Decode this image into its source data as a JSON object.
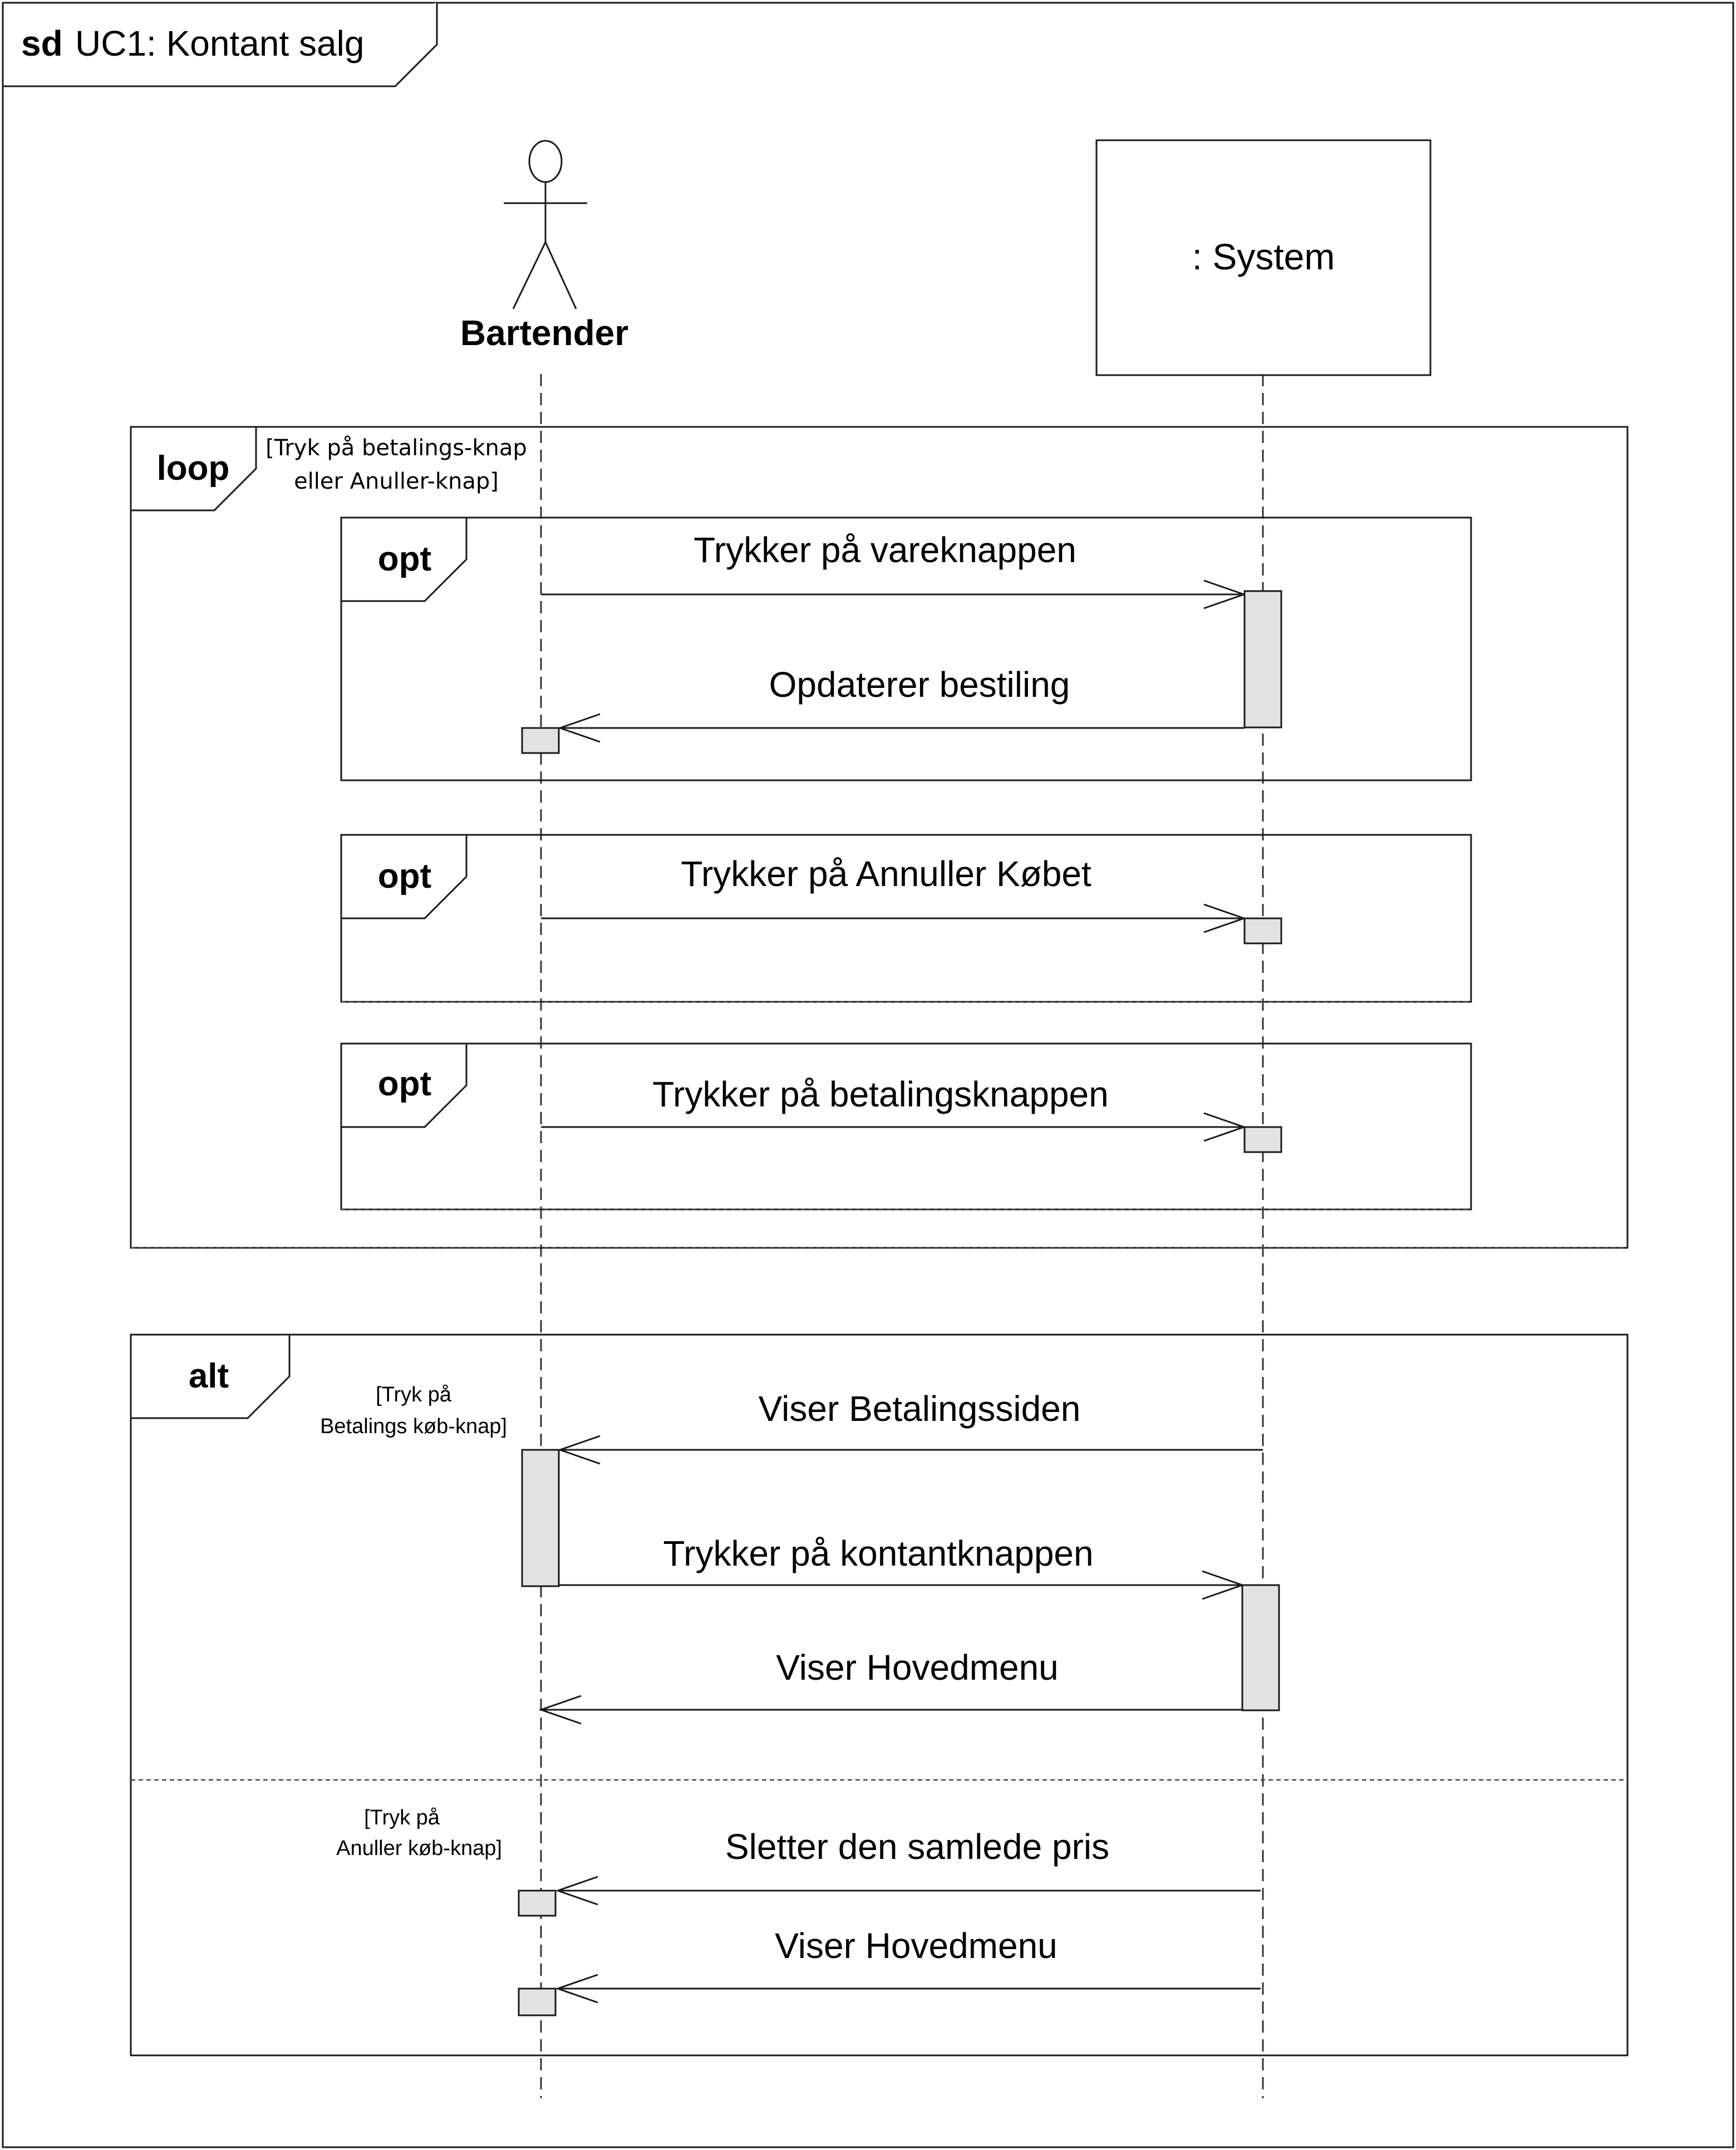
{
  "diagram": {
    "keyword": "sd",
    "name": "UC1: Kontant salg"
  },
  "lifelines": {
    "actor": "Bartender",
    "system": ": System"
  },
  "loop": {
    "keyword": "loop",
    "guard_line1": "[Tryk på betalings-knap",
    "guard_line2": "eller Anuller-knap]",
    "opt1": {
      "keyword": "opt",
      "msg_request": "Trykker på vareknappen",
      "msg_reply": "Opdaterer bestiling"
    },
    "opt2": {
      "keyword": "opt",
      "msg_request": "Trykker på Annuller Købet"
    },
    "opt3": {
      "keyword": "opt",
      "msg_request": "Trykker på betalingsknappen"
    }
  },
  "alt": {
    "keyword": "alt",
    "op1": {
      "guard_line1": "[Tryk på",
      "guard_line2": "Betalings køb-knap]",
      "msg1": "Viser Betalingssiden",
      "msg2": "Trykker på kontantknappen",
      "msg3": "Viser Hovedmenu"
    },
    "op2": {
      "guard_line1": "[Tryk på",
      "guard_line2": "Anuller køb-knap]",
      "msg1": "Sletter den samlede pris",
      "msg2": "Viser Hovedmenu"
    }
  }
}
